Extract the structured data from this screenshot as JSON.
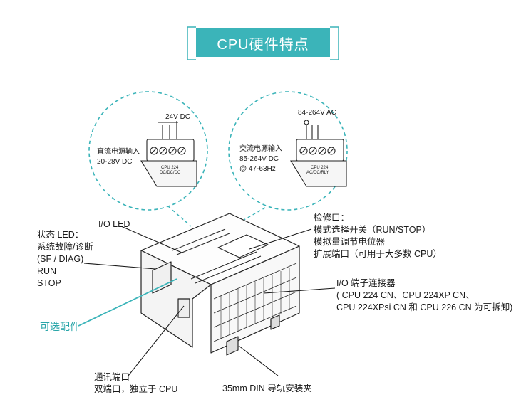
{
  "title": "CPU硬件特点",
  "callouts": {
    "dc_power": {
      "voltage": "24V DC",
      "line1": "直流电源输入",
      "line2": "20-28V DC",
      "terminal_label": "CPU 224",
      "terminal_sub": "DC/DC/DC"
    },
    "ac_power": {
      "voltage": "84-264V AC",
      "line1": "交流电源输入",
      "line2": "85-264V DC",
      "line3": "@ 47-63Hz",
      "terminal_label": "CPU 224",
      "terminal_sub": "AC/DC/RLY"
    }
  },
  "labels": {
    "io_led": "I/O LED",
    "status_led": [
      "状态 LED：",
      "系统故障/诊断",
      "(SF / DIAG)",
      "RUN",
      "STOP"
    ],
    "optional_parts": "可选配件",
    "comm_port": [
      "通讯端口",
      "双端口，独立于 CPU"
    ],
    "din_rail": "35mm DIN 导轨安装夹",
    "inspection": [
      "检修口：",
      "模式选择开关（RUN/STOP）",
      "模拟量调节电位器",
      "扩展端口（可用于大多数 CPU）"
    ],
    "io_connector": [
      "I/O 端子连接器",
      "( CPU 224 CN、CPU 224XP CN、",
      "CPU 224XPsi CN 和 CPU 226 CN 为可拆卸)"
    ]
  },
  "colors": {
    "accent": "#3bb4b9",
    "teal_text": "#2aa6a9",
    "line": "#1a1a1a"
  }
}
